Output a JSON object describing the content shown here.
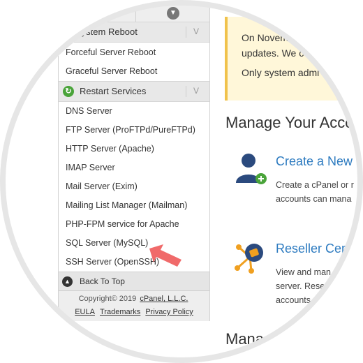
{
  "sidebar": {
    "system_reboot_label": "System Reboot",
    "reboot_items": [
      "Forceful Server Reboot",
      "Graceful Server Reboot"
    ],
    "restart_services_label": "Restart Services",
    "services": [
      "DNS Server",
      "FTP Server (ProFTPd/PureFTPd)",
      "HTTP Server (Apache)",
      "IMAP Server",
      "Mail Server (Exim)",
      "Mailing List Manager (Mailman)",
      "PHP-FPM service for Apache",
      "SQL Server (MySQL)",
      "SSH Server (OpenSSH)"
    ],
    "back_to_top": "Back To Top",
    "footer": {
      "copyright": "Copyright© 2019",
      "company": "cPanel, L.L.C.",
      "links": [
        "EULA",
        "Trademarks",
        "Privacy Policy"
      ]
    }
  },
  "notice": {
    "line1": "On Novem",
    "line2": "updates. We c",
    "line3": "Only system admi"
  },
  "main": {
    "section_title": "Manage Your Acco",
    "cards": [
      {
        "title": "Create a New",
        "desc1": "Create a cPanel or r",
        "desc2": "accounts can mana"
      },
      {
        "title": "Reseller Cen",
        "desc1": "View and man",
        "desc2": "server. Rese",
        "desc3": "accounts"
      }
    ],
    "section_title_2": "Mana"
  },
  "colors": {
    "accent_blue": "#2d7bc0",
    "notice_bg": "#fff7d9",
    "notice_border": "#f0c24b",
    "arrow": "#f06a6a",
    "restart_icon": "#4aa43a"
  }
}
